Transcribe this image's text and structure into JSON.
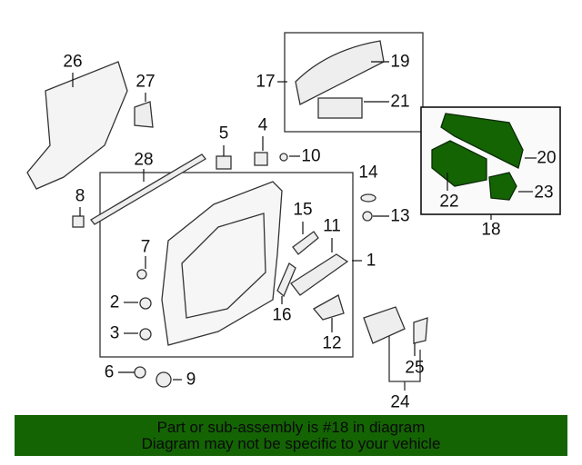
{
  "callouts": [
    "1",
    "2",
    "3",
    "4",
    "5",
    "6",
    "7",
    "8",
    "9",
    "10",
    "11",
    "12",
    "13",
    "14",
    "15",
    "16",
    "17",
    "18",
    "19",
    "20",
    "21",
    "22",
    "23",
    "24",
    "25",
    "26",
    "27",
    "28"
  ],
  "highlight_color": "#146404",
  "banner": {
    "line1": "Part or sub-assembly is #18 in diagram",
    "line2": "Diagram may not be specific to your vehicle"
  }
}
